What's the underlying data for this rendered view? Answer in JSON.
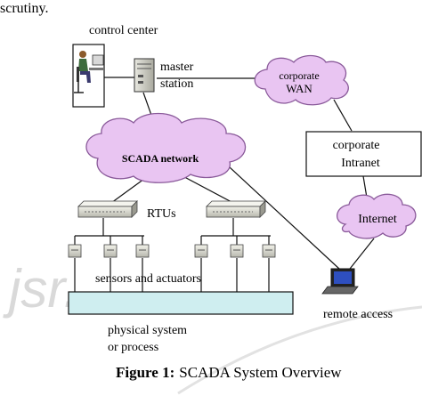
{
  "header_text": "scrutiny.",
  "watermark": "jsr.",
  "labels": {
    "control_center": "control center",
    "master_station_line1": "master",
    "master_station_line2": "station",
    "corporate_wan_line1": "corporate",
    "corporate_wan_line2": "WAN",
    "scada_network": "SCADA network",
    "corporate_intranet_line1": "corporate",
    "corporate_intranet_line2": "Intranet",
    "internet": "Internet",
    "rtus": "RTUs",
    "sensors_actuators": "sensors and actuators",
    "physical_system_line1": "physical system",
    "physical_system_line2": "or process",
    "remote_access": "remote access"
  },
  "caption": {
    "prefix": "Figure 1:",
    "text": "SCADA System Overview"
  },
  "colors": {
    "cloud_fill": "#e9c5f2",
    "cloud_stroke": "#8a5a9a",
    "physical_box_fill": "#cfeef0",
    "line": "#111111",
    "watermark": "#d9d9d9"
  },
  "icons": [
    "operator-workstation-icon",
    "server-tower-icon",
    "rtu-device-icon",
    "sensor-icon",
    "laptop-icon"
  ]
}
